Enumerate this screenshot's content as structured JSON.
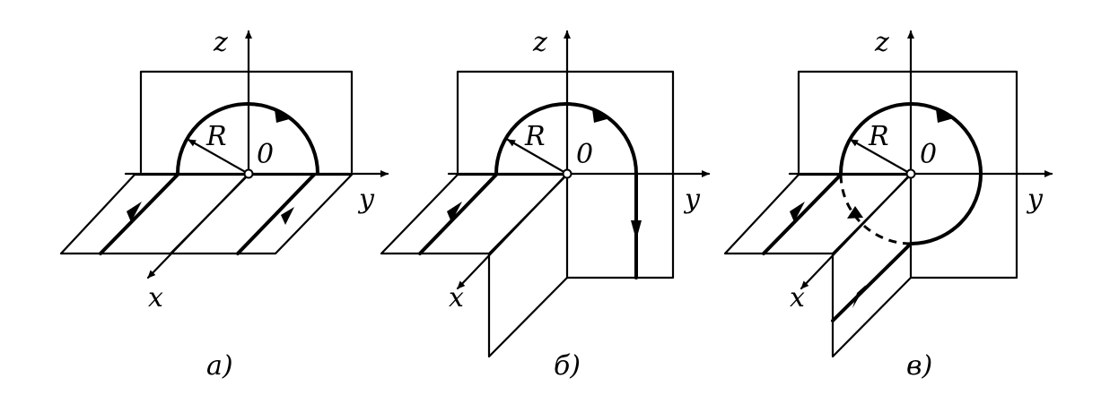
{
  "panels": [
    {
      "id": "a",
      "caption": "а)",
      "labels": {
        "z": "z",
        "y": "y",
        "x": "x",
        "R": "R",
        "O": "0"
      }
    },
    {
      "id": "b",
      "caption": "б)",
      "labels": {
        "z": "z",
        "y": "y",
        "x": "x",
        "R": "R",
        "O": "0"
      }
    },
    {
      "id": "c",
      "caption": "в)",
      "labels": {
        "z": "z",
        "y": "y",
        "x": "x",
        "R": "R",
        "O": "0"
      }
    }
  ]
}
